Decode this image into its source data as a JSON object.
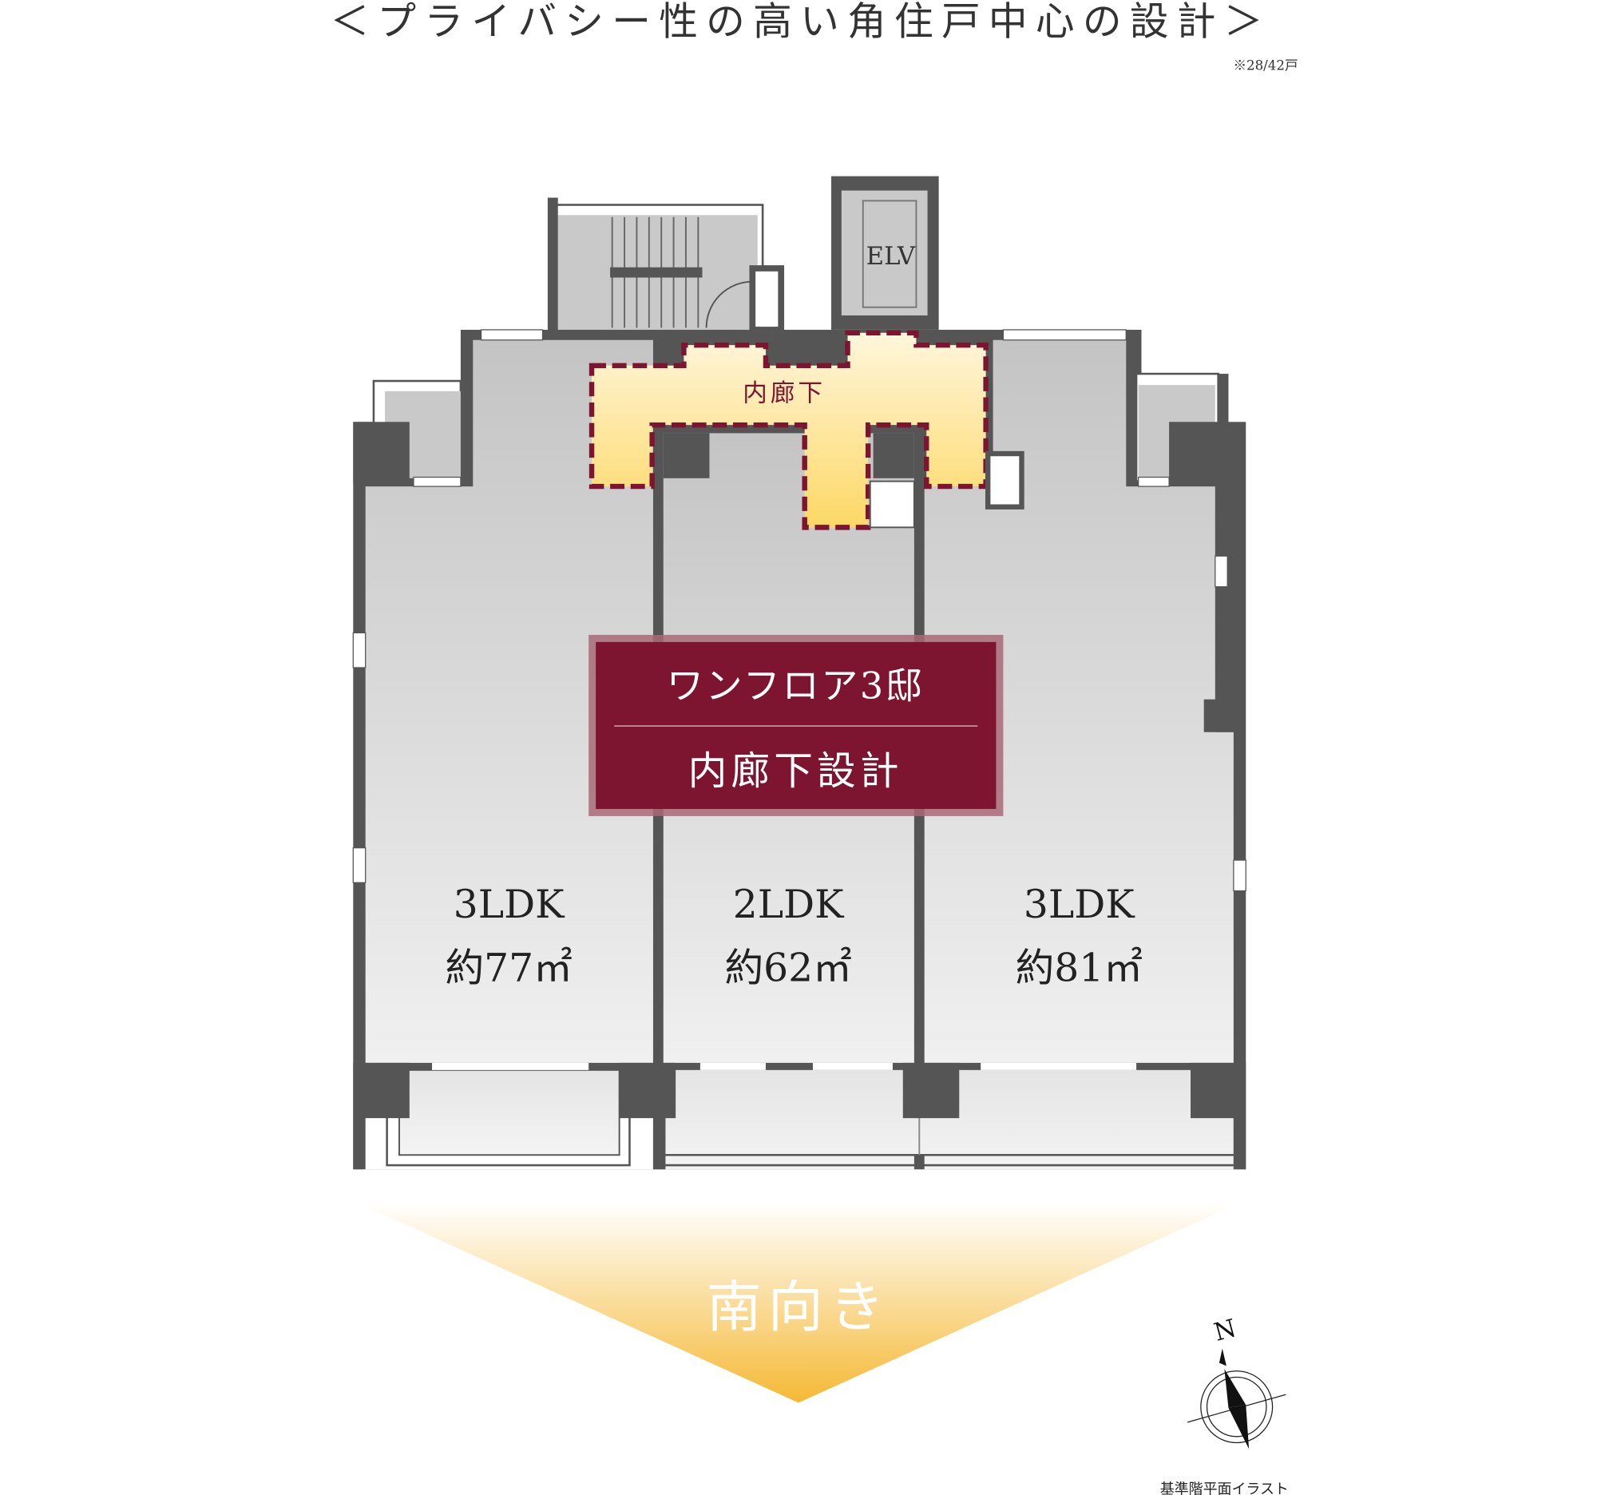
{
  "title": "＜プライバシー性の高い角住戸中心の設計＞",
  "note": "※28/42戸",
  "elevator_label": "ELV",
  "corridor_label": "内廊下",
  "banner": {
    "line1": "ワンフロア3邸",
    "line2": "内廊下設計"
  },
  "units": [
    {
      "type": "3LDK",
      "area": "約77㎡"
    },
    {
      "type": "2LDK",
      "area": "約62㎡"
    },
    {
      "type": "3LDK",
      "area": "約81㎡"
    }
  ],
  "orientation_label": "南向き",
  "compass_label": "N",
  "caption": "基準階平面イラスト",
  "colors": {
    "maroon": "#7d1530",
    "wall": "#555555",
    "corridor": "#fde27a",
    "arrow": "#f5b935"
  }
}
